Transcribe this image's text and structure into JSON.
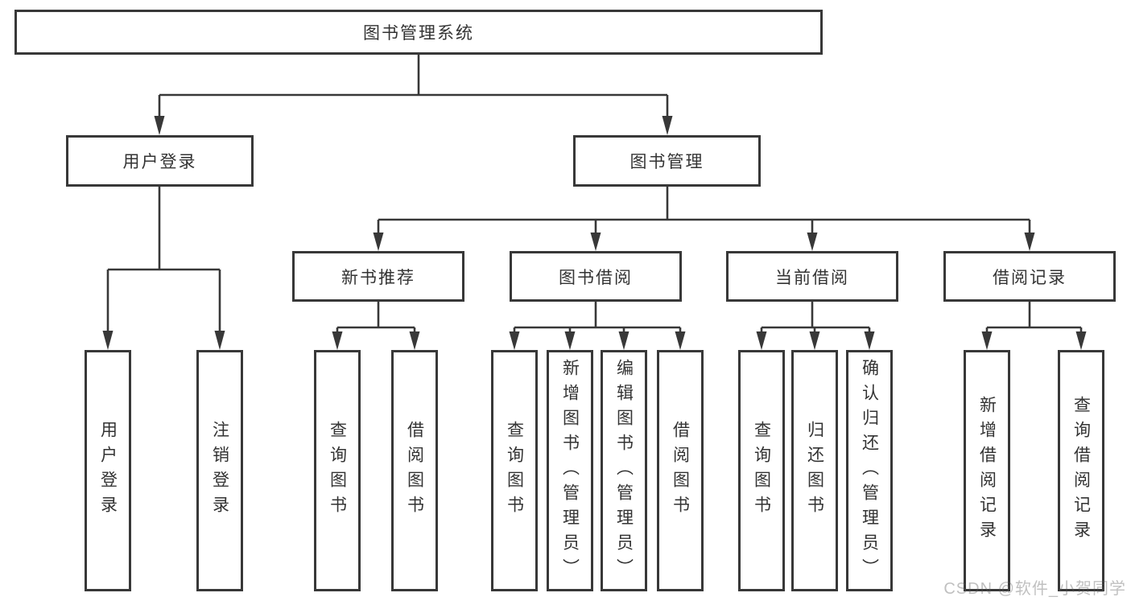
{
  "tree": {
    "label": "图书管理系统",
    "children": [
      {
        "label": "用户登录",
        "children": [
          {
            "label": "用户登录"
          },
          {
            "label": "注销登录"
          }
        ]
      },
      {
        "label": "图书管理",
        "children": [
          {
            "label": "新书推荐",
            "children": [
              {
                "label": "查询图书"
              },
              {
                "label": "借阅图书"
              }
            ]
          },
          {
            "label": "图书借阅",
            "children": [
              {
                "label": "查询图书"
              },
              {
                "label": "新增图书（管理员）"
              },
              {
                "label": "编辑图书（管理员）"
              },
              {
                "label": "借阅图书"
              }
            ]
          },
          {
            "label": "当前借阅",
            "children": [
              {
                "label": "查询图书"
              },
              {
                "label": "归还图书"
              },
              {
                "label": "确认归还（管理员）"
              }
            ]
          },
          {
            "label": "借阅记录",
            "children": [
              {
                "label": "新增借阅记录"
              },
              {
                "label": "查询借阅记录"
              }
            ]
          }
        ]
      }
    ]
  },
  "watermark": {
    "text": "CSDN @软件_小贺同学"
  },
  "colors": {
    "line": "#383838",
    "box_border": "#383838",
    "text": "#333333",
    "watermark_gray": "#c9c9c9",
    "background": "#ffffff"
  }
}
